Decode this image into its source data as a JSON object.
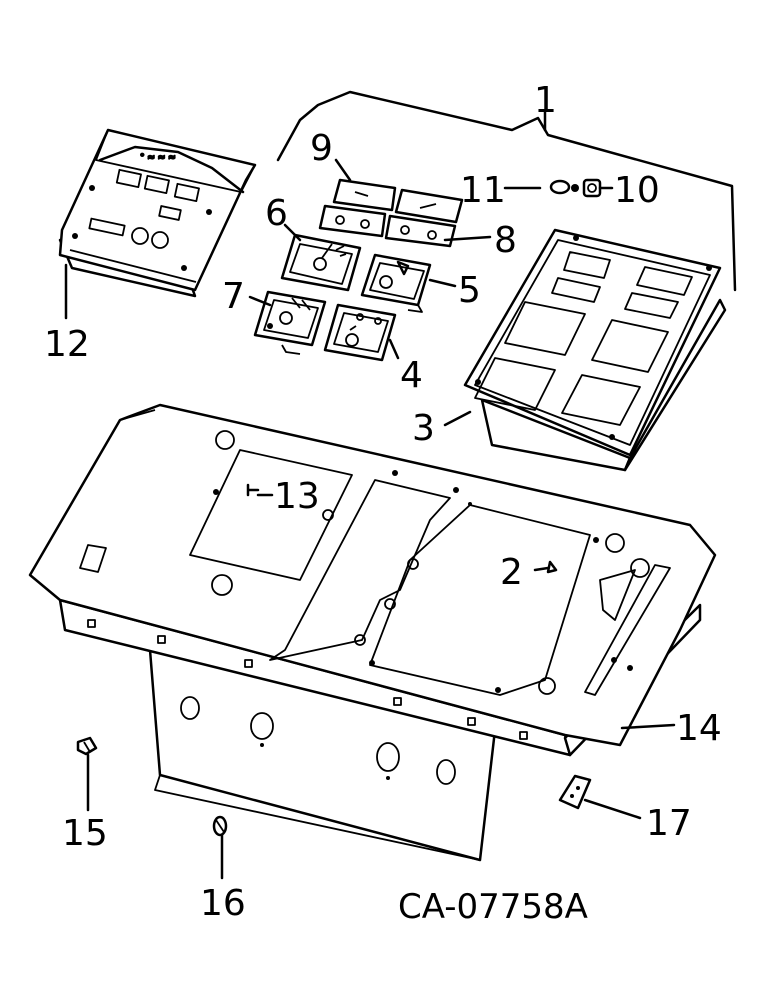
{
  "drawing_code": "CA-07758A",
  "callouts": [
    {
      "id": "c1",
      "label": "1"
    },
    {
      "id": "c2",
      "label": "2"
    },
    {
      "id": "c3",
      "label": "3"
    },
    {
      "id": "c4",
      "label": "4"
    },
    {
      "id": "c5",
      "label": "5"
    },
    {
      "id": "c6",
      "label": "6"
    },
    {
      "id": "c7",
      "label": "7"
    },
    {
      "id": "c8",
      "label": "8"
    },
    {
      "id": "c9",
      "label": "9"
    },
    {
      "id": "c10",
      "label": "10"
    },
    {
      "id": "c11",
      "label": "11"
    },
    {
      "id": "c12",
      "label": "12"
    },
    {
      "id": "c13",
      "label": "13"
    },
    {
      "id": "c14",
      "label": "14"
    },
    {
      "id": "c15",
      "label": "15"
    },
    {
      "id": "c16",
      "label": "16"
    },
    {
      "id": "c17",
      "label": "17"
    }
  ]
}
